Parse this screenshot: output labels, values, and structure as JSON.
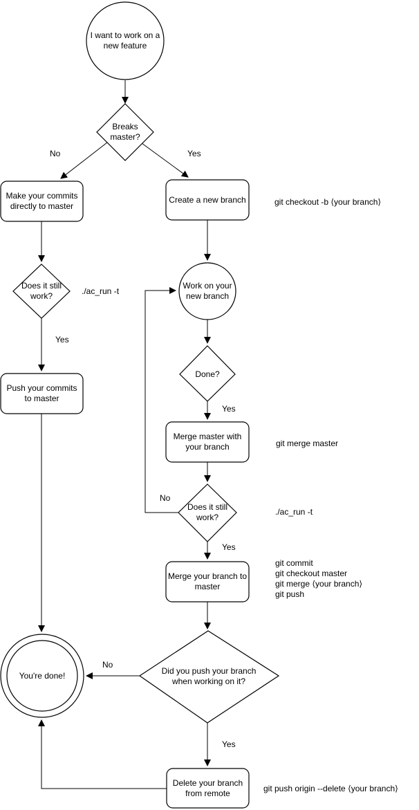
{
  "diagram": {
    "kind": "flowchart",
    "topic": "git feature branch workflow"
  },
  "colors": {
    "stroke": "#000000",
    "text": "#000000",
    "background": "#ffffff",
    "node_fill": "#ffffff"
  },
  "nodes": {
    "start": "I want to work on a new feature",
    "breaks_master": "Breaks master?",
    "make_commits": "Make your commits directly to master",
    "create_branch": "Create a new branch",
    "still_work_left": "Does it still work?",
    "push_commits": "Push your commits to master",
    "work_branch": "Work on your new branch",
    "done": "Done?",
    "merge_master": "Merge master with your branch",
    "still_work_mid": "Does it still work?",
    "merge_branch": "Merge your branch to master",
    "did_push": "Did you push your branch when working on it?",
    "youre_done": "You're done!",
    "delete_remote": "Delete your branch from remote"
  },
  "edge_labels": {
    "breaks_no": "No",
    "breaks_yes": "Yes",
    "still_left_yes": "Yes",
    "done_yes": "Yes",
    "still_mid_no": "No",
    "still_mid_yes": "Yes",
    "did_push_no": "No",
    "did_push_yes": "Yes"
  },
  "annotations": {
    "checkout_cmd": "git checkout -b ⟨your branch⟩",
    "ac_run_left": "./ac_run -t",
    "merge_master_cmd": "git merge master",
    "ac_run_mid": "./ac_run -t",
    "merge_branch_cmds": [
      "git commit",
      "git checkout master",
      "git merge ⟨your branch⟩",
      "git push"
    ],
    "delete_cmd": "git push origin --delete ⟨your branch⟩"
  }
}
